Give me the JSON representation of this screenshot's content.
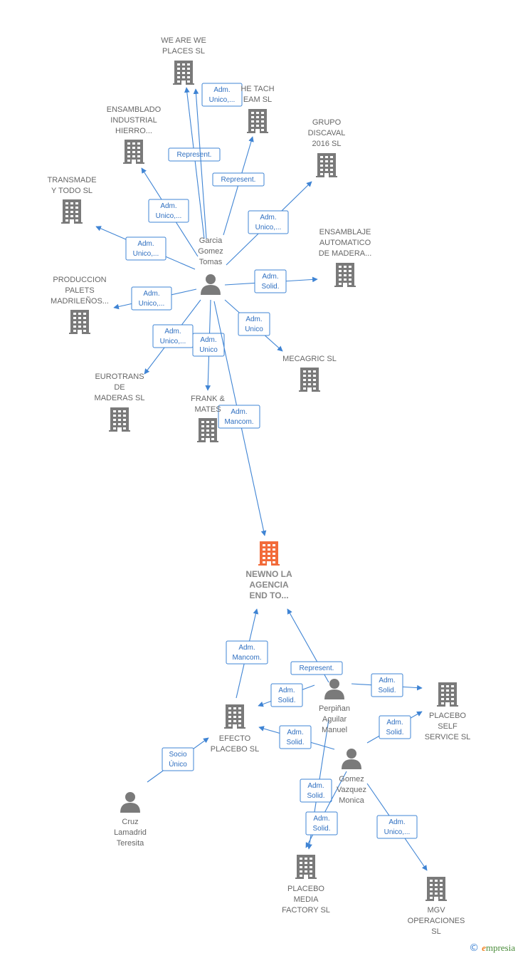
{
  "colors": {
    "edge": "#3f84d4",
    "building": "#7a7a7a",
    "main_building": "#f26b3a",
    "person": "#7a7a7a"
  },
  "nodes": [
    {
      "id": "garcia",
      "type": "person",
      "label": [
        "Garcia",
        "Gomez",
        "Tomas"
      ]
    },
    {
      "id": "weare",
      "type": "company",
      "label": [
        "WE ARE WE",
        "PLACES  SL"
      ]
    },
    {
      "id": "thetach",
      "type": "company",
      "label": [
        "HE TACH",
        "EAM  SL"
      ]
    },
    {
      "id": "ensind",
      "type": "company",
      "label": [
        "ENSAMBLADO",
        "INDUSTRIAL",
        "HIERRO..."
      ]
    },
    {
      "id": "grupo",
      "type": "company",
      "label": [
        "GRUPO",
        "DISCAVAL",
        "2016  SL"
      ]
    },
    {
      "id": "transmade",
      "type": "company",
      "label": [
        "TRANSMADE",
        "Y TODO SL"
      ]
    },
    {
      "id": "ensauto",
      "type": "company",
      "label": [
        "ENSAMBLAJE",
        "AUTOMATICO",
        "DE MADERA..."
      ]
    },
    {
      "id": "produccion",
      "type": "company",
      "label": [
        "PRODUCCION",
        "PALETS",
        "MADRILEÑOS..."
      ]
    },
    {
      "id": "mecagric",
      "type": "company",
      "label": [
        "MECAGRIC SL"
      ]
    },
    {
      "id": "eurotrans",
      "type": "company",
      "label": [
        "EUROTRANS",
        "DE",
        "MADERAS  SL"
      ]
    },
    {
      "id": "frank",
      "type": "company",
      "label": [
        "FRANK &",
        "MATES"
      ]
    },
    {
      "id": "newno",
      "type": "main",
      "label": [
        "NEWNO LA",
        "AGENCIA",
        "END TO..."
      ]
    },
    {
      "id": "efecto",
      "type": "company",
      "label": [
        "EFECTO",
        "PLACEBO SL"
      ]
    },
    {
      "id": "perpinan",
      "type": "person",
      "label": [
        "Perpiñan",
        "Aguilar",
        "Manuel"
      ]
    },
    {
      "id": "placeboself",
      "type": "company",
      "label": [
        "PLACEBO",
        "SELF",
        "SERVICE  SL"
      ]
    },
    {
      "id": "gomezv",
      "type": "person",
      "label": [
        "Gomez",
        "Vazquez",
        "Monica"
      ]
    },
    {
      "id": "cruz",
      "type": "person",
      "label": [
        "Cruz",
        "Lamadrid",
        "Teresita"
      ]
    },
    {
      "id": "placebomedia",
      "type": "company",
      "label": [
        "PLACEBO",
        "MEDIA",
        "FACTORY  SL"
      ]
    },
    {
      "id": "mgv",
      "type": "company",
      "label": [
        "MGV",
        "OPERACIONES",
        "SL"
      ]
    }
  ],
  "edges": [
    {
      "from": "garcia",
      "to": "weare",
      "label": [
        "Represent."
      ]
    },
    {
      "from": "garcia",
      "to": "thetach",
      "label": [
        "Represent."
      ]
    },
    {
      "from": "garcia",
      "to": "weare",
      "label": [
        "Adm.",
        "Unico,..."
      ]
    },
    {
      "from": "garcia",
      "to": "ensind",
      "label": [
        "Adm.",
        "Unico,..."
      ]
    },
    {
      "from": "garcia",
      "to": "grupo",
      "label": [
        "Adm.",
        "Unico,..."
      ]
    },
    {
      "from": "garcia",
      "to": "transmade",
      "label": [
        "Adm.",
        "Unico,..."
      ]
    },
    {
      "from": "garcia",
      "to": "ensauto",
      "label": [
        "Adm.",
        "Solid."
      ]
    },
    {
      "from": "garcia",
      "to": "produccion",
      "label": [
        "Adm.",
        "Unico,..."
      ]
    },
    {
      "from": "garcia",
      "to": "mecagric",
      "label": [
        "Adm.",
        "Unico"
      ]
    },
    {
      "from": "garcia",
      "to": "eurotrans",
      "label": [
        "Adm.",
        "Unico,..."
      ]
    },
    {
      "from": "garcia",
      "to": "frank",
      "label": [
        "Adm.",
        "Unico"
      ]
    },
    {
      "from": "garcia",
      "to": "newno",
      "label": [
        "Adm.",
        "Mancom."
      ]
    },
    {
      "from": "efecto",
      "to": "newno",
      "label": [
        "Adm.",
        "Mancom."
      ]
    },
    {
      "from": "perpinan",
      "to": "newno",
      "label": [
        "Represent."
      ]
    },
    {
      "from": "perpinan",
      "to": "efecto",
      "label": [
        "Adm.",
        "Solid."
      ]
    },
    {
      "from": "perpinan",
      "to": "placeboself",
      "label": [
        "Adm.",
        "Solid."
      ]
    },
    {
      "from": "perpinan",
      "to": "placebomedia",
      "label": [
        "Adm.",
        "Solid."
      ]
    },
    {
      "from": "gomezv",
      "to": "efecto",
      "label": [
        "Adm.",
        "Solid."
      ]
    },
    {
      "from": "gomezv",
      "to": "placeboself",
      "label": [
        "Adm.",
        "Solid."
      ]
    },
    {
      "from": "gomezv",
      "to": "placebomedia",
      "label": [
        "Adm.",
        "Solid."
      ]
    },
    {
      "from": "gomezv",
      "to": "mgv",
      "label": [
        "Adm.",
        "Unico,..."
      ]
    },
    {
      "from": "cruz",
      "to": "efecto",
      "label": [
        "Socio",
        "Único"
      ]
    }
  ],
  "brand": {
    "copyright": "©",
    "name_initial": "e",
    "name_rest": "mpresia"
  }
}
